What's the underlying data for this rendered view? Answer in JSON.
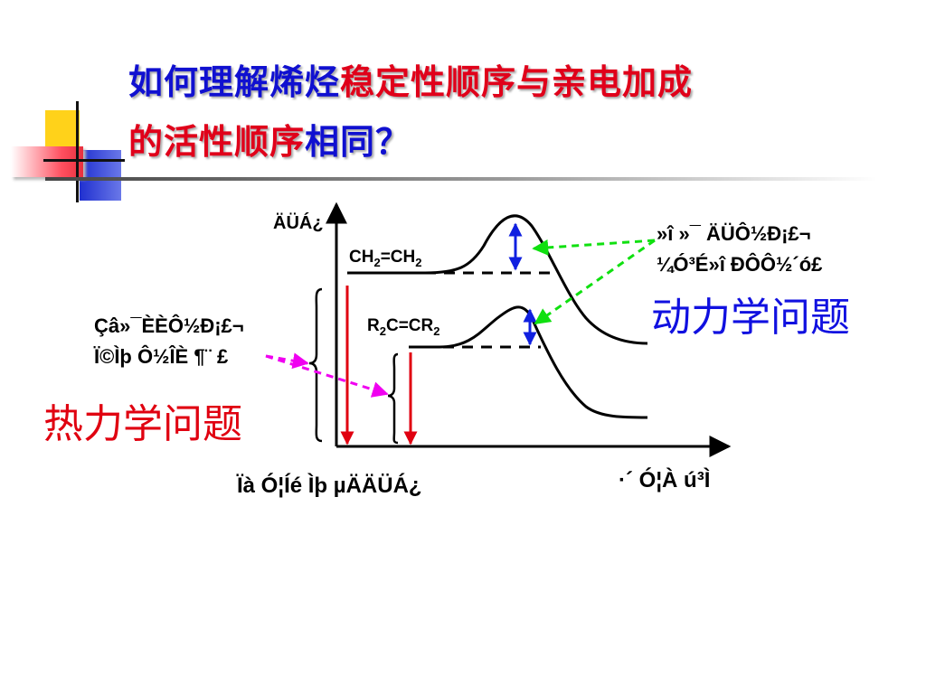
{
  "title": {
    "line1_blue": "如何理解烯烃",
    "line1_red": "稳定性顺序与亲电加成",
    "line2_red": "的活性顺序",
    "line2_blue": "相同？"
  },
  "diagram": {
    "y_axis_label": "ÄÜÁ¿",
    "curve1_label_main": "CH",
    "curve1_label_sub1": "2",
    "curve1_label_mid": "=CH",
    "curve1_label_sub2": "2",
    "curve2_label_main": "R",
    "curve2_label_sub1": "2",
    "curve2_label_mid": "C=CR",
    "curve2_label_sub2": "2",
    "right_note_line1": "»î »¯ ÄÜÔ½Ð¡£¬",
    "right_note_line2": "¼Ó³É»î ÐÔÔ½´ó£",
    "left_note_line1": "Çâ»¯ÈÈÔ½Ð¡£¬",
    "left_note_line2": "Ï©Ìþ Ô½ÎÈ ¶¨ £",
    "kinetics_label": "动力学问题",
    "thermo_label": "热力学问题",
    "x_left_label": "Ïà Ó¦Íé Ìþ µÄÄÜÁ¿",
    "x_right_label": "·´ Ó¦À ú³Ì",
    "colors": {
      "blue_arrow": "#1020e0",
      "red_arrow": "#e00010",
      "green_arrow": "#10e010",
      "magenta_arrow": "#f000f0"
    }
  }
}
